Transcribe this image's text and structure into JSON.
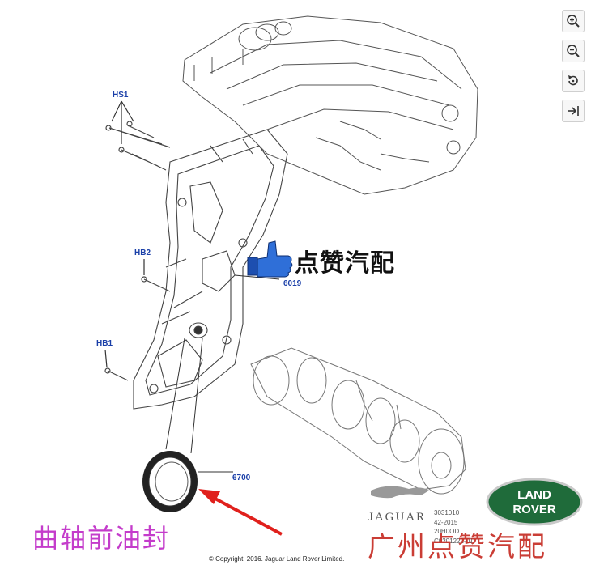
{
  "toolbar": {
    "zoom_in_icon": "zoom-in-icon",
    "zoom_out_icon": "zoom-out-icon",
    "rotate_icon": "rotate-icon",
    "fit_icon": "fit-to-window-icon"
  },
  "callouts": {
    "hs1": "HS1",
    "hb2": "HB2",
    "hb1": "HB1",
    "part_6019": "6019",
    "part_6700": "6700"
  },
  "brand_text": "点赞汽配",
  "caption_text": "曲轴前油封",
  "watermark_text": "广州点赞汽配",
  "jaguar_text": "JAGUAR",
  "landrover_line1": "LAND",
  "landrover_line2": "ROVER",
  "codes": [
    "3031010",
    "42-2015",
    "20H0OD",
    "C0201222-01"
  ],
  "copyright": "© Copyright, 2016. Jaguar Land Rover Limited.",
  "colors": {
    "callout_blue": "#1a3fa8",
    "caption_purple": "#c43ccb",
    "arrow_red": "#e0201c",
    "watermark_red": "#c8332b",
    "landrover_green": "#1f6b3a"
  }
}
